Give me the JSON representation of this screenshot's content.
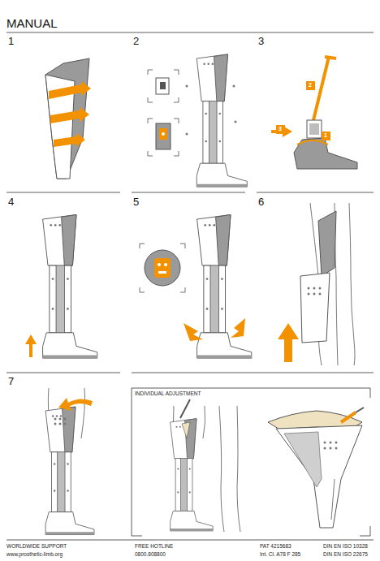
{
  "diagram": {
    "title": "MANUAL",
    "labels": [
      "1",
      "2",
      "3",
      "4",
      "5",
      "6",
      "7",
      "INDIVIDUAL ADJUSTMENT",
      "2",
      "3",
      "1",
      "WORLDWIDE SUPPORT",
      "www.prosthetic-limb.org",
      "FREE HOTLINE",
      "0800.808800",
      "PAT 4215683",
      "Int. Cl. A78 F 285",
      "DIN EN ISO 10328",
      "DIN EN ISO 22675"
    ]
  }
}
